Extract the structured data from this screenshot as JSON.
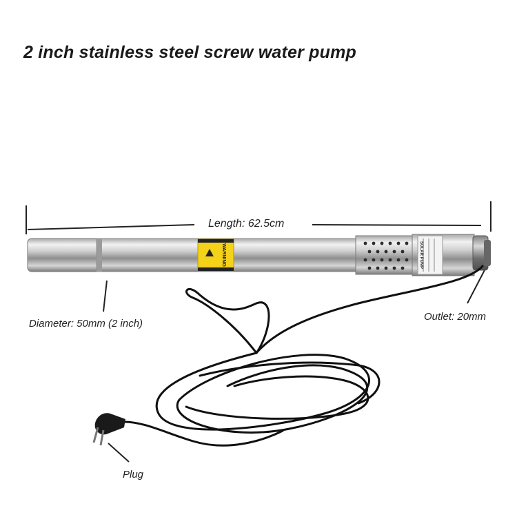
{
  "title": "2 inch stainless steel screw water pump",
  "labels": {
    "length": "Length: 62.5cm",
    "diameter": "Diameter: 50mm (2 inch)",
    "outlet": "Outlet: 20mm",
    "plug": "Plug"
  },
  "sticker": {
    "warning": "WARNING",
    "brand": "SOLAR PUMP"
  },
  "colors": {
    "steel_light": "#e8e8e8",
    "steel_dark": "#8a8a8a",
    "warning_yellow": "#f5d21a",
    "cable": "#111111"
  }
}
